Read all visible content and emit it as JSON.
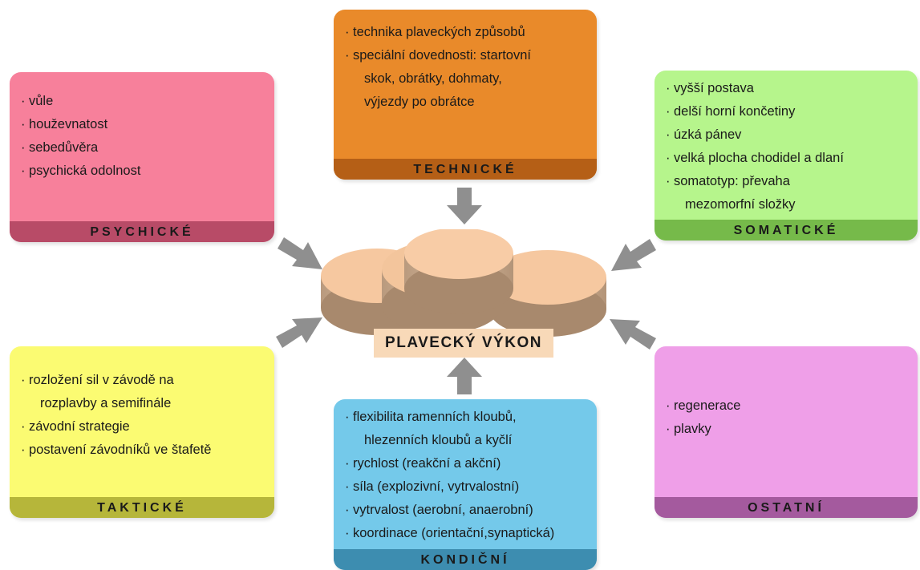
{
  "center": {
    "label": "PLAVECKÝ VÝKON"
  },
  "boxes": {
    "technicke": {
      "label": "TECHNICKÉ",
      "items": [
        {
          "text": "technika plaveckých způsobů",
          "bullet": true
        },
        {
          "text": "speciální dovednosti: startovní",
          "bullet": true
        },
        {
          "text": "skok, obrátky, dohmaty,",
          "bullet": false
        },
        {
          "text": "výjezdy po obrátce",
          "bullet": false
        }
      ]
    },
    "psychicke": {
      "label": "PSYCHICKÉ",
      "items": [
        {
          "text": "vůle",
          "bullet": true
        },
        {
          "text": "houževnatost",
          "bullet": true
        },
        {
          "text": "sebedůvěra",
          "bullet": true
        },
        {
          "text": "psychická odolnost",
          "bullet": true
        }
      ]
    },
    "somaticke": {
      "label": "SOMATICKÉ",
      "items": [
        {
          "text": "vyšší postava",
          "bullet": true
        },
        {
          "text": "delší horní končetiny",
          "bullet": true
        },
        {
          "text": "úzká pánev",
          "bullet": true
        },
        {
          "text": "velká plocha chodidel a dlaní",
          "bullet": true
        },
        {
          "text": "somatotyp: převaha",
          "bullet": true
        },
        {
          "text": "mezomorfní složky",
          "bullet": false
        }
      ]
    },
    "takticke": {
      "label": "TAKTICKÉ",
      "items": [
        {
          "text": "rozložení sil v závodě na",
          "bullet": true
        },
        {
          "text": "rozplavby a semifinále",
          "bullet": false
        },
        {
          "text": "závodní strategie",
          "bullet": true
        },
        {
          "text": "postavení závodníků ve štafetě",
          "bullet": true
        }
      ]
    },
    "kondicni": {
      "label": "KONDIČNÍ",
      "items": [
        {
          "text": "flexibilita ramenních kloubů,",
          "bullet": true
        },
        {
          "text": "hlezenních kloubů a kyčlí",
          "bullet": false
        },
        {
          "text": "rychlost (reakční a akční)",
          "bullet": true
        },
        {
          "text": "síla (explozivní, vytrvalostní)",
          "bullet": true
        },
        {
          "text": "vytrvalost (aerobní, anaerobní)",
          "bullet": true
        },
        {
          "text": "koordinace (orientační,synaptická)",
          "bullet": true
        }
      ]
    },
    "ostatni": {
      "label": "OSTATNÍ",
      "items": [
        {
          "text": "regenerace",
          "bullet": true
        },
        {
          "text": "plavky",
          "bullet": true
        }
      ]
    }
  },
  "colors": {
    "technicke": {
      "fill": "#e98a2a",
      "band": "#b55f16"
    },
    "psychicke": {
      "fill": "#f7809b",
      "band": "#b84b67"
    },
    "somaticke": {
      "fill": "#b6f58c",
      "band": "#76ba4a"
    },
    "takticke": {
      "fill": "#fbfb72",
      "band": "#b6b63a"
    },
    "kondicni": {
      "fill": "#74c9ea",
      "band": "#3d8db0"
    },
    "ostatni": {
      "fill": "#ef9fe8",
      "band": "#a45a9e"
    },
    "arrow": "#8f8f8f",
    "disc": "#f6c8a0"
  }
}
